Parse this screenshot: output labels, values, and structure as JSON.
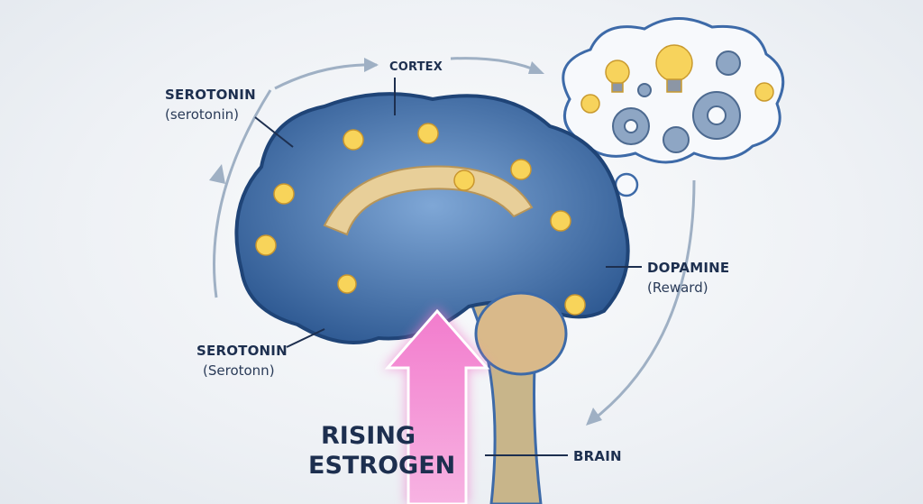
{
  "labels": {
    "cortex": "CORTEX",
    "serotonin_top": {
      "title": "SEROTONIN",
      "subtitle": "(serotonin)"
    },
    "dopamine": {
      "title": "DOPAMINE",
      "subtitle": "(Reward)"
    },
    "serotonin_bottom": {
      "title": "SEROTONIN",
      "subtitle": "(Serotonn)"
    },
    "rising_estrogen": {
      "line1": "RISING",
      "line2": "ESTROGEN"
    },
    "brain": "BRAIN"
  },
  "colors": {
    "brain_blue": "#3d6aa8",
    "arrow_pink": "#f07acb",
    "text_navy": "#1d2f4f",
    "cycle_arrow": "#9fb0c4"
  }
}
